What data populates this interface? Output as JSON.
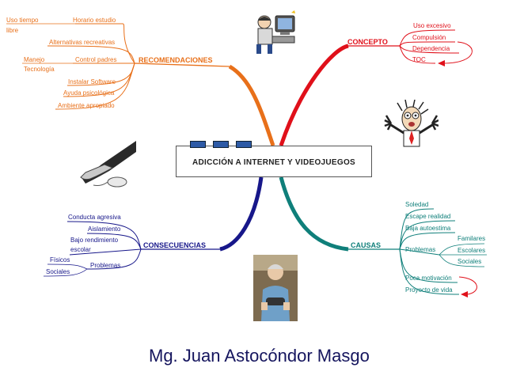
{
  "center_title": "ADICCIÓN A  INTERNET  Y VIDEOJUEGOS",
  "author": "Mg. Juan Astocóndor Masgo",
  "colors": {
    "recomendaciones": "#e8701a",
    "concepto": "#e0101a",
    "consecuencias": "#17178a",
    "causas": "#0f7f7a"
  },
  "recomendaciones": {
    "title": "RECOMENDACIONES",
    "items": {
      "uso_tiempo": "Uso tiempo",
      "libre": "libre",
      "horario": "Horario estudio",
      "alternativas": "Alternativas recreativas",
      "manejo": "Manejo",
      "tecnologia": "Tecnología",
      "control": "Control padres",
      "instalar": "Instalar Software",
      "ayuda": "Ayuda psicológica",
      "ambiente": "Ambiente apropiado"
    }
  },
  "concepto": {
    "title": "CONCEPTO",
    "items": [
      "Uso excesivo",
      "Compulsión",
      "Dependencia",
      "TOC"
    ]
  },
  "consecuencias": {
    "title": "CONSECUENCIAS",
    "items": {
      "conducta": "Conducta agresiva",
      "aislamiento": "Aislamiento",
      "bajo": "Bajo rendimiento",
      "escolar": "escolar",
      "problemas": "Problemas",
      "fisicos": "Físicos",
      "sociales": "Sociales"
    }
  },
  "causas": {
    "title": "CAUSAS",
    "items": {
      "soledad": "Soledad",
      "escape": "Escape realidad",
      "baja": "Baja autoestima",
      "problemas": "Problemas",
      "familiares": "Familares",
      "escolares": "Escolares",
      "sociales": "Sociales",
      "poca": "Poca motivación",
      "proyecto": "Proyecto de vida"
    }
  },
  "images": [
    "computer-user-cartoon",
    "stressed-man-cartoon",
    "hand-mouse-illustration",
    "elderly-gamer-photo"
  ]
}
